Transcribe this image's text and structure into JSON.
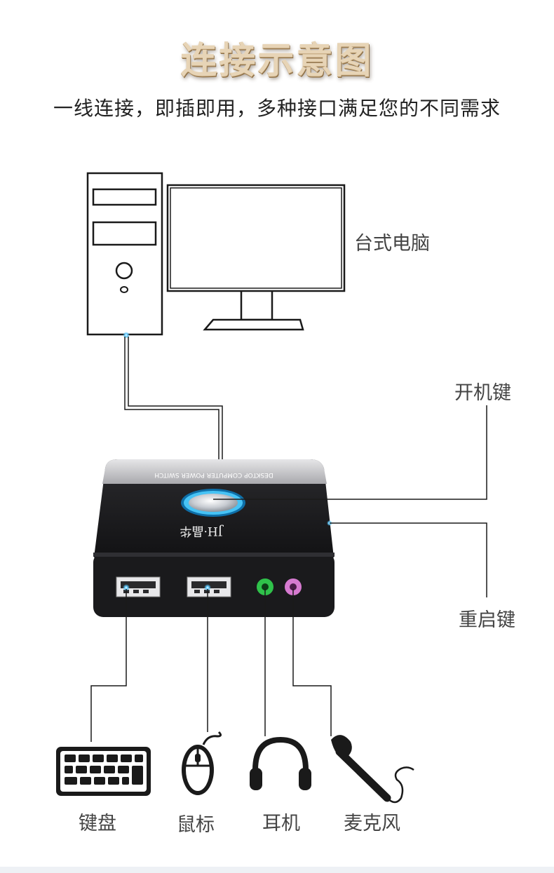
{
  "header": {
    "title": "连接示意图",
    "subtitle": "一线连接，即插即用，多种接口满足您的不同需求"
  },
  "labels": {
    "desktop": "台式电脑",
    "power_key": "开机键",
    "restart_key": "重启键",
    "keyboard": "键盘",
    "mouse": "鼠标",
    "headphones": "耳机",
    "microphone": "麦克风"
  },
  "device": {
    "top_print": "DESKTOP COMPUTER POWER SWITCH",
    "brand": "JH·晶华"
  },
  "colors": {
    "title": "#e7d4b6",
    "device_body": "#1c1c1e",
    "device_top_band": "#c9c9cc",
    "button_ring": "#3ab4ef",
    "port_led": "#38b6f0",
    "headphone_jack": "#2fc24a",
    "mic_jack": "#d67ad0"
  }
}
